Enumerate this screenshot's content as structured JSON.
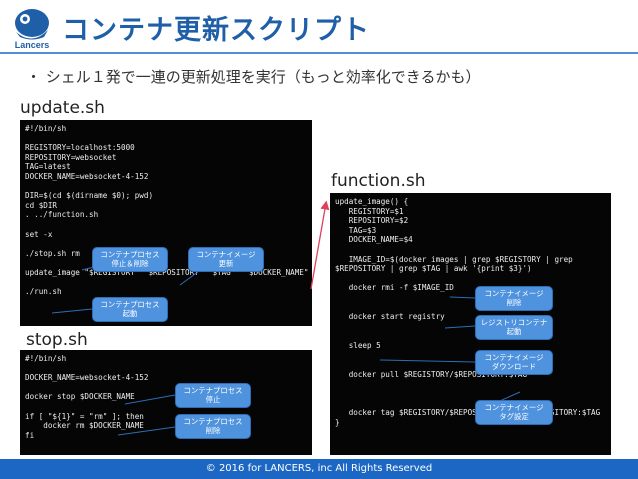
{
  "logo": {
    "text": "Lancers"
  },
  "slide": {
    "title": "コンテナ更新スクリプト",
    "bullet": "・ シェル１発で一連の更新処理を実行（もっと効率化できるかも）"
  },
  "update_sh": {
    "filename": "update.sh",
    "code": "#!/bin/sh\n\nREGISTORY=localhost:5000\nREPOSITORY=websocket\nTAG=latest\nDOCKER_NAME=websocket-4-152\n\nDIR=$(cd $(dirname $0); pwd)\ncd $DIR\n. ../function.sh\n\nset -x\n\n./stop.sh rm\n\nupdate_image \"$REGISTORY\" \"$REPOSITORY\" \"$TAG\" \" $DOCKER_NAME\"\n\n./run.sh"
  },
  "stop_sh": {
    "filename": "stop.sh",
    "code": "#!/bin/sh\n\nDOCKER_NAME=websocket-4-152\n\ndocker stop $DOCKER_NAME\n\nif [ \"${1}\" = \"rm\" ]; then\n    docker rm $DOCKER_NAME\nfi"
  },
  "function_sh": {
    "filename": "function.sh",
    "code": "update_image() {\n   REGISTORY=$1\n   REPOSITORY=$2\n   TAG=$3\n   DOCKER_NAME=$4\n\n   IMAGE_ID=$(docker images | grep $REGISTORY | grep\n$REPOSITORY | grep $TAG | awk '{print $3}')\n\n   docker rmi -f $IMAGE_ID\n\n\n   docker start registry\n\n\n   sleep 5\n\n\n   docker pull $REGISTORY/$REPOSITORY:$TAG\n\n\n\n   docker tag $REGISTORY/$REPOSITORY:$TAG $REPOSITORY:$TAG\n}"
  },
  "callouts": {
    "stop_remove": "コンテナプロセス\n停止＆削除",
    "image_update": "コンテナイメージ\n更新",
    "process_start": "コンテナプロセス\n起動",
    "process_stop": "コンテナプロセス\n停止",
    "process_remove": "コンテナプロセス\n削除",
    "image_remove": "コンテナイメージ\n削除",
    "registry_start": "レジストリコンテナ\n起動",
    "image_download": "コンテナイメージ\nダウンロード",
    "image_tag": "コンテナイメージ\nタグ設定"
  },
  "footer": {
    "text": "© 2016 for LANCERS, inc All Rights Reserved"
  }
}
